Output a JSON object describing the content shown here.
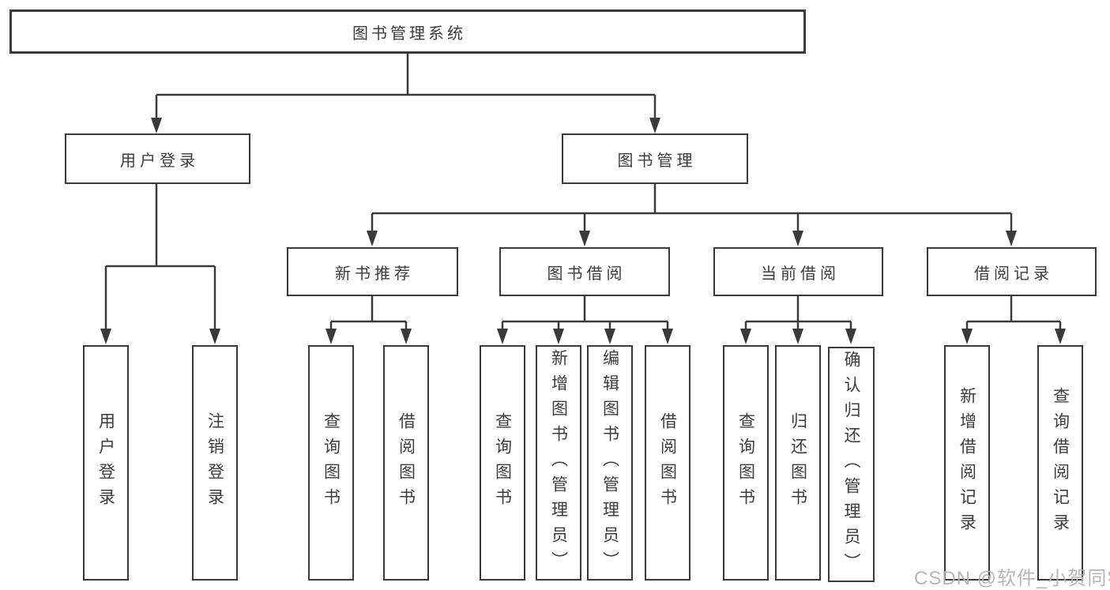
{
  "diagram": {
    "root": {
      "label": "图书管理系统"
    },
    "user_login": {
      "label": "用户登录",
      "children": [
        {
          "label": "用户登录"
        },
        {
          "label": "注销登录"
        }
      ]
    },
    "book_management": {
      "label": "图书管理",
      "sections": [
        {
          "label": "新书推荐",
          "children": [
            {
              "label": "查询图书"
            },
            {
              "label": "借阅图书"
            }
          ]
        },
        {
          "label": "图书借阅",
          "children": [
            {
              "label": "查询图书"
            },
            {
              "label": "新增图书（管理员）"
            },
            {
              "label": "编辑图书（管理员）"
            },
            {
              "label": "借阅图书"
            }
          ]
        },
        {
          "label": "当前借阅",
          "children": [
            {
              "label": "查询图书"
            },
            {
              "label": "归还图书"
            },
            {
              "label": "确认归还（管理员）"
            }
          ]
        },
        {
          "label": "借阅记录",
          "children": [
            {
              "label": "新增借阅记录"
            },
            {
              "label": "查询借阅记录"
            }
          ]
        }
      ]
    }
  },
  "watermark": {
    "text": "CSDN @软件_小贺同学"
  },
  "colors": {
    "line": "#3a3a3a",
    "text": "#3c3c3c",
    "box_background": "#ffffff",
    "watermark": "#b2b2b2"
  }
}
